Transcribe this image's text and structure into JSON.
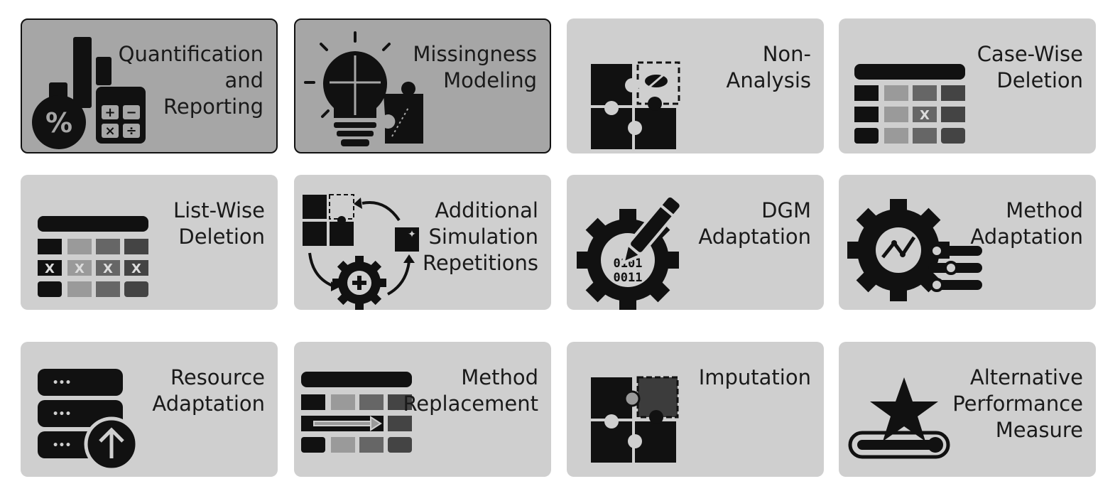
{
  "cards": [
    {
      "id": "quantification",
      "label": "Quantification\nand\nReporting",
      "active": true
    },
    {
      "id": "missingness",
      "label": "Missingness\nModeling",
      "active": true
    },
    {
      "id": "non-analysis",
      "label": "Non-\nAnalysis",
      "active": false
    },
    {
      "id": "case-wise",
      "label": "Case-Wise\nDeletion",
      "active": false
    },
    {
      "id": "list-wise",
      "label": "List-Wise\nDeletion",
      "active": false
    },
    {
      "id": "additional-sim",
      "label": "Additional\nSimulation\nRepetitions",
      "active": false
    },
    {
      "id": "dgm",
      "label": "DGM\nAdaptation",
      "active": false
    },
    {
      "id": "method-adapt",
      "label": "Method\nAdaptation",
      "active": false
    },
    {
      "id": "resource",
      "label": "Resource\nAdaptation",
      "active": false
    },
    {
      "id": "method-replace",
      "label": "Method\nReplacement",
      "active": false
    },
    {
      "id": "imputation",
      "label": "Imputation",
      "active": false
    },
    {
      "id": "alt-perf",
      "label": "Alternative\nPerformance\nMeasure",
      "active": false
    }
  ],
  "icon_glyphs": {
    "percent": "%",
    "plus": "+",
    "minus": "−",
    "times": "×",
    "divide": "÷",
    "x_mark": "X",
    "binary_top": "0101",
    "binary_bottom": "0011",
    "dots": "•••"
  },
  "colors": {
    "card": "#cfcfcf",
    "card_active": "#a6a6a6",
    "icon": "#111111"
  }
}
